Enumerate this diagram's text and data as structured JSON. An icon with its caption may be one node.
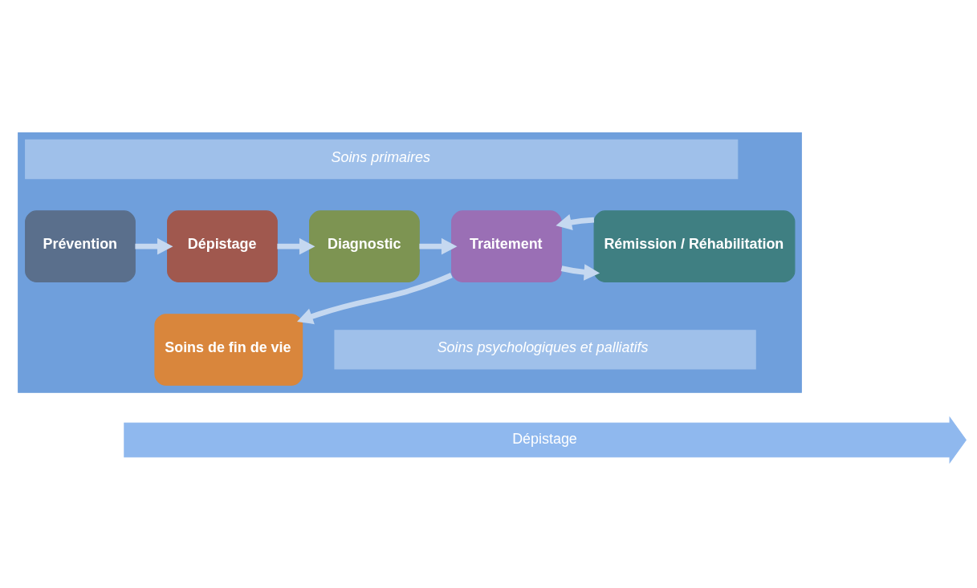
{
  "diagram": {
    "nodes": [
      {
        "text": [],
        "shape": "box"
      },
      {
        "text": [
          "Soins primaires"
        ],
        "in": 0
      },
      {
        "text": [
          "Prévention"
        ],
        "in": 0
      },
      {
        "text": [
          "Dépistage"
        ],
        "in": 0
      },
      {
        "text": [
          "Diagnostic"
        ],
        "in": 0
      },
      {
        "text": [
          "Traitement"
        ],
        "in": 0
      },
      {
        "text": [
          "Rémission / Réhabilitation"
        ],
        "in": 0
      },
      {
        "text": [
          "Soins de fin de vie"
        ],
        "in": 0
      },
      {
        "text": [
          "Soins psychologiques et palliatifs"
        ],
        "in": 0
      },
      {
        "text": [
          "Dépistage"
        ]
      }
    ],
    "edges": [
      {
        "from": 2,
        "to": 3,
        "arrow": "to"
      },
      {
        "from": 3,
        "to": 4,
        "arrow": "to"
      },
      {
        "from": 4,
        "to": 5,
        "arrow": "to"
      },
      {
        "from": 5,
        "to": 6,
        "arrow": "to"
      },
      {
        "from": 6,
        "to": 5,
        "arrow": "to"
      },
      {
        "from": 5,
        "to": 7,
        "arrow": "to"
      }
    ]
  }
}
